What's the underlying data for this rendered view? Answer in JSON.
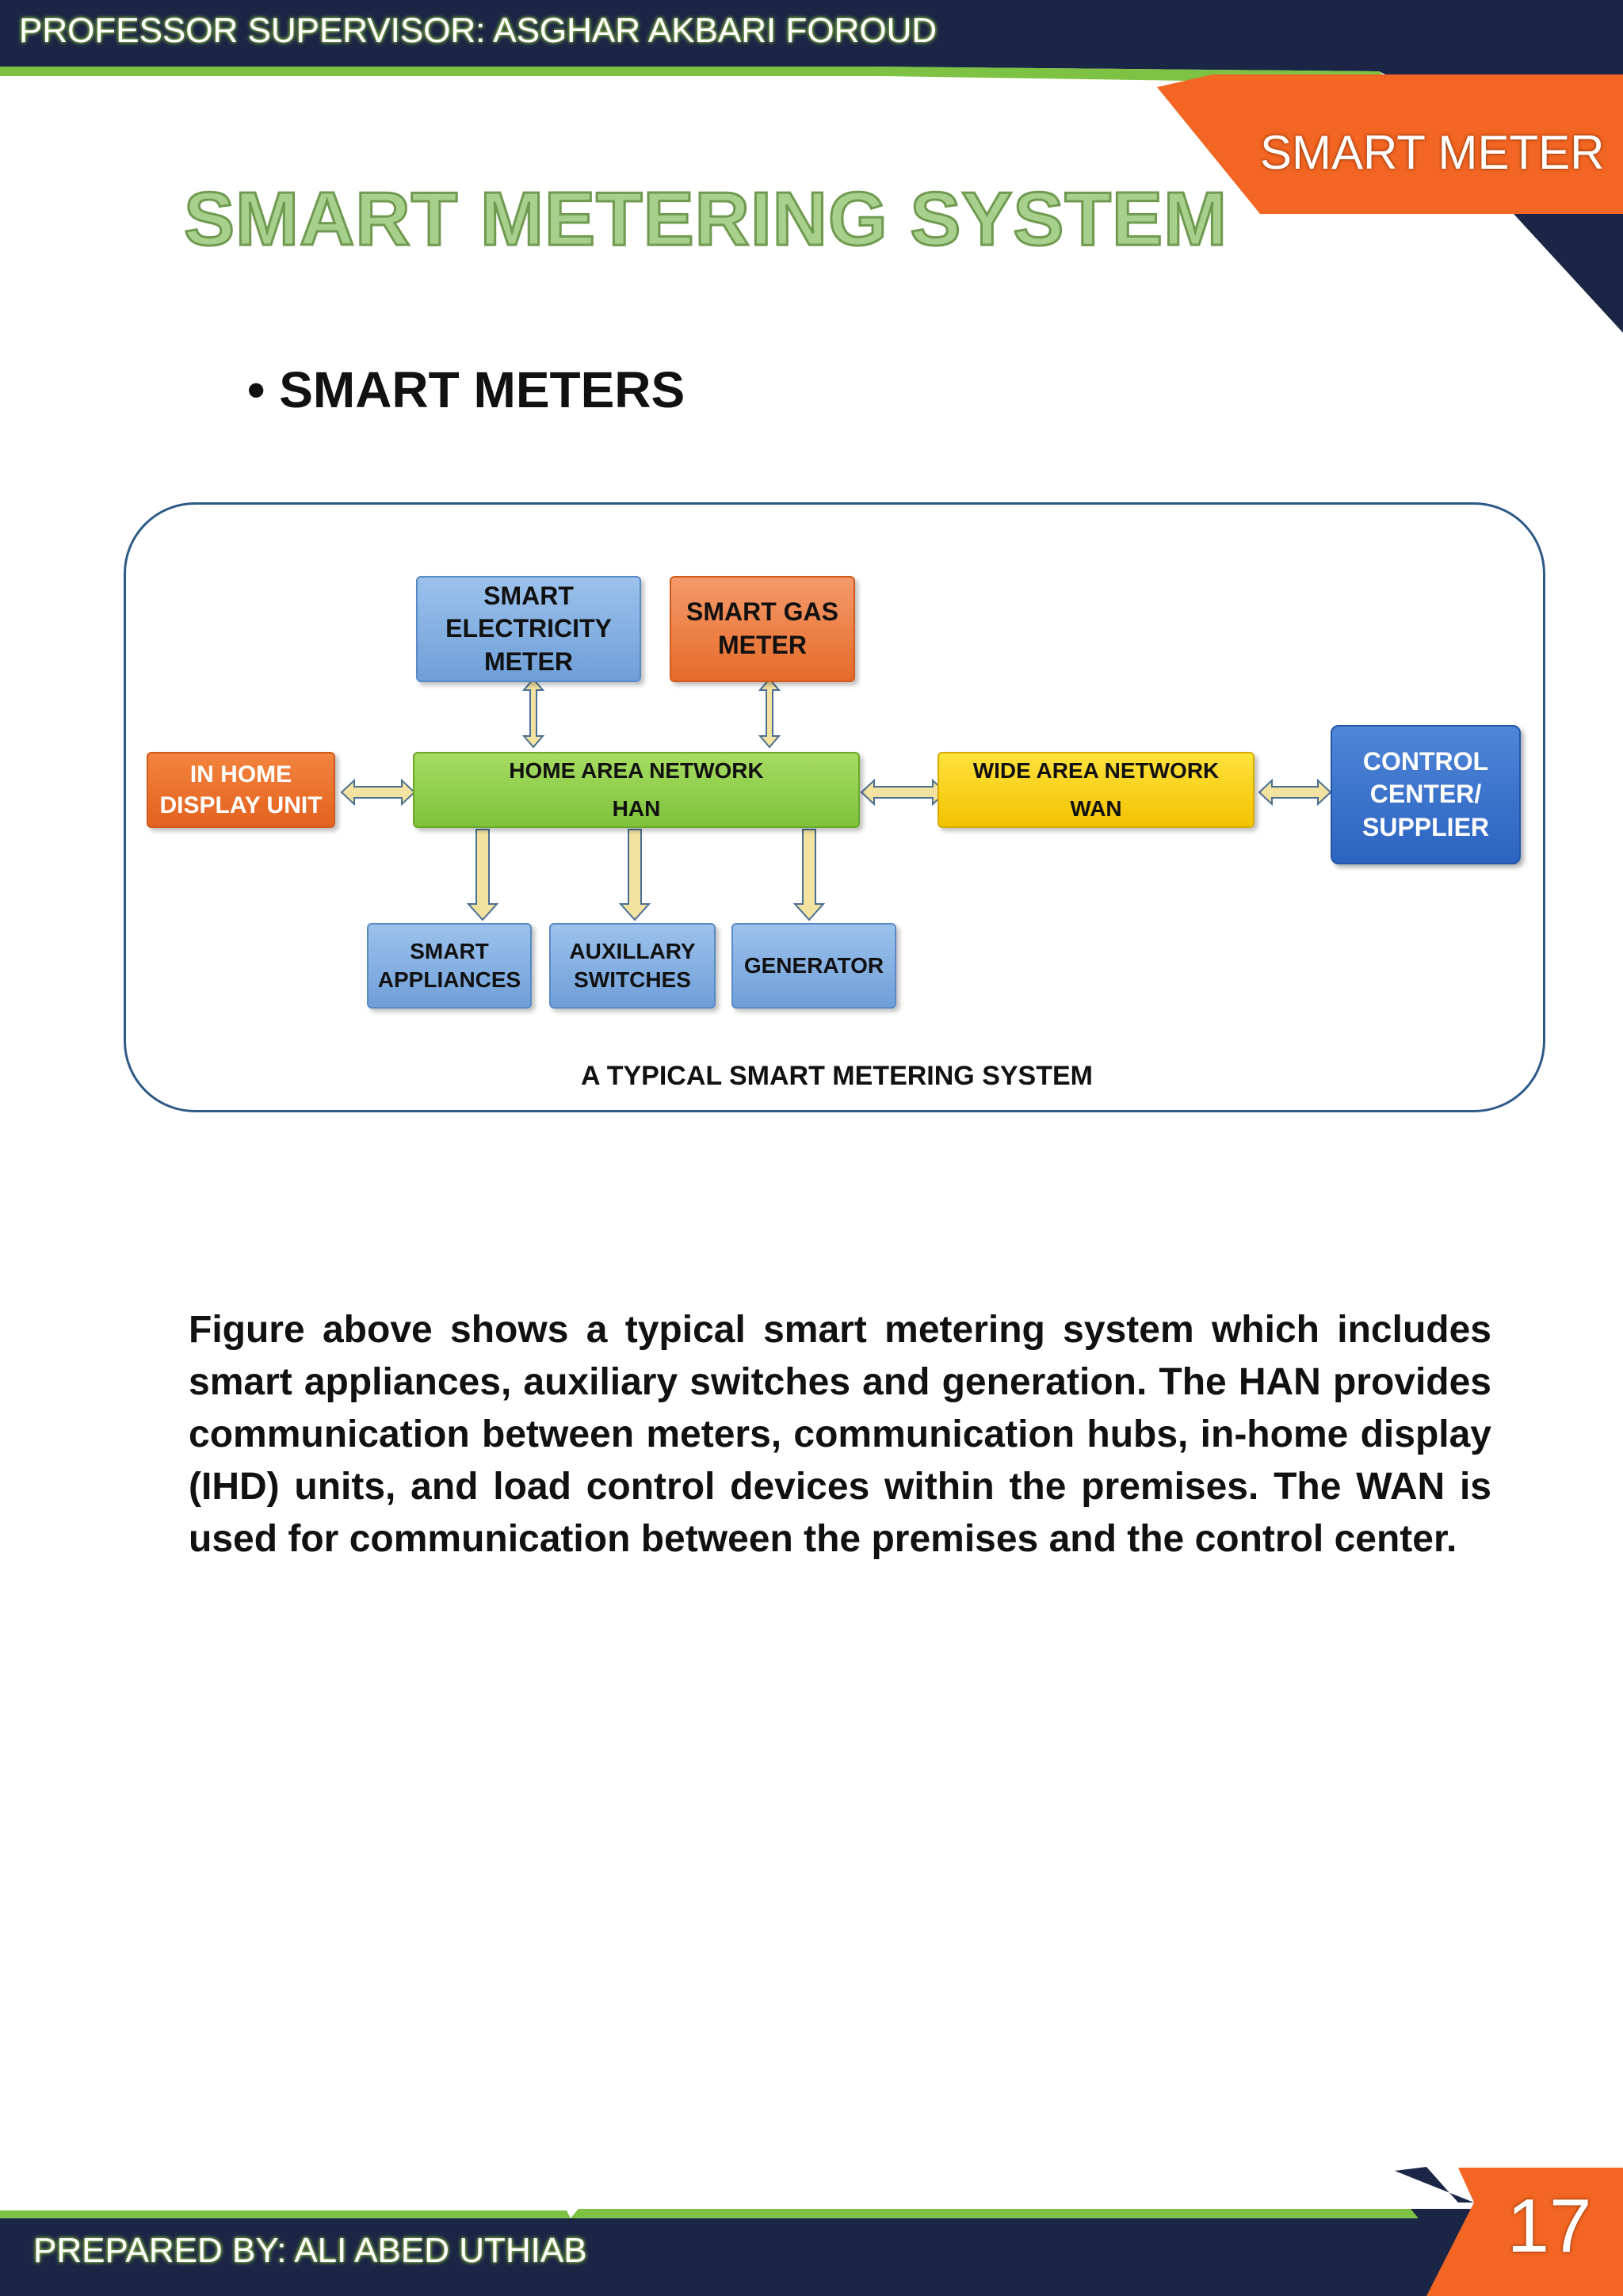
{
  "header": {
    "supervisor": "PROFESSOR SUPERVISOR:  ASGHAR AKBARI FOROUD"
  },
  "corner_label": "SMART METER",
  "title": "SMART METERING SYSTEM",
  "bullet": {
    "symbol": "•",
    "text": "SMART METERS"
  },
  "figure": {
    "boxes": {
      "elec_meter": [
        "SMART",
        "ELECTRICITY",
        "METER"
      ],
      "gas_meter": [
        "SMART GAS",
        "METER"
      ],
      "in_home": [
        "IN HOME",
        "DISPLAY UNIT"
      ],
      "han": [
        "HOME AREA NETWORK",
        "HAN"
      ],
      "wan": [
        "WIDE AREA NETWORK",
        "WAN"
      ],
      "control": [
        "CONTROL",
        "CENTER/",
        "SUPPLIER"
      ],
      "appliances": [
        "SMART",
        "APPLIANCES"
      ],
      "switches": [
        "AUXILLARY",
        "SWITCHES"
      ],
      "generator": [
        "GENERATOR"
      ]
    },
    "caption": "A TYPICAL SMART METERING SYSTEM",
    "colors": {
      "blue": "#7fabe0",
      "orange": "#e8722f",
      "green": "#8fd14a",
      "yellow": "#fad52a",
      "dark_blue": "#2f68c4",
      "arrow_fill": "#f3e2a0"
    }
  },
  "paragraph": "Figure above shows a typical smart metering system which includes smart appliances, auxiliary switches and generation. The HAN provides communication between meters, communication hubs, in-home display (IHD) units, and load control devices within the premises. The WAN is used for communication between the premises and the control center.",
  "footer": {
    "prepared_by": "PREPARED BY:  ALI ABED UTHIAB",
    "page_number": "17"
  },
  "colors": {
    "navy": "#1b2545",
    "accent_green": "#7dc242",
    "accent_orange": "#f26522"
  }
}
